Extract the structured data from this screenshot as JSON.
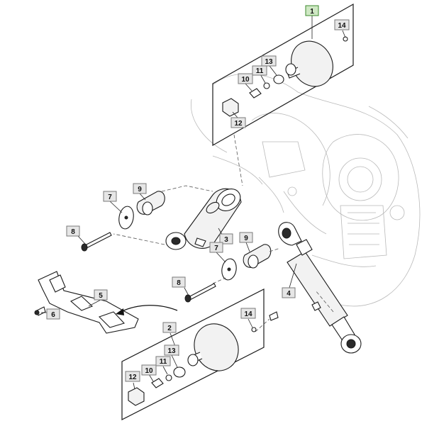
{
  "callouts": [
    {
      "id": "c1",
      "label": "1",
      "highlight": true
    },
    {
      "id": "c2",
      "label": "2"
    },
    {
      "id": "c3",
      "label": "3"
    },
    {
      "id": "c4",
      "label": "4"
    },
    {
      "id": "c5",
      "label": "5"
    },
    {
      "id": "c6",
      "label": "6"
    },
    {
      "id": "c7a",
      "label": "7"
    },
    {
      "id": "c7b",
      "label": "7"
    },
    {
      "id": "c8a",
      "label": "8"
    },
    {
      "id": "c8b",
      "label": "8"
    },
    {
      "id": "c9a",
      "label": "9"
    },
    {
      "id": "c9b",
      "label": "9"
    },
    {
      "id": "c10a",
      "label": "10"
    },
    {
      "id": "c10b",
      "label": "10"
    },
    {
      "id": "c11a",
      "label": "11"
    },
    {
      "id": "c11b",
      "label": "11"
    },
    {
      "id": "c12a",
      "label": "12"
    },
    {
      "id": "c12b",
      "label": "12"
    },
    {
      "id": "c13a",
      "label": "13"
    },
    {
      "id": "c13b",
      "label": "13"
    },
    {
      "id": "c14a",
      "label": "14"
    },
    {
      "id": "c14b",
      "label": "14"
    }
  ],
  "colors": {
    "highlight_fill": "#cfe8c4",
    "highlight_stroke": "#3d8a2e",
    "callout_fill": "#e6e6e6"
  }
}
